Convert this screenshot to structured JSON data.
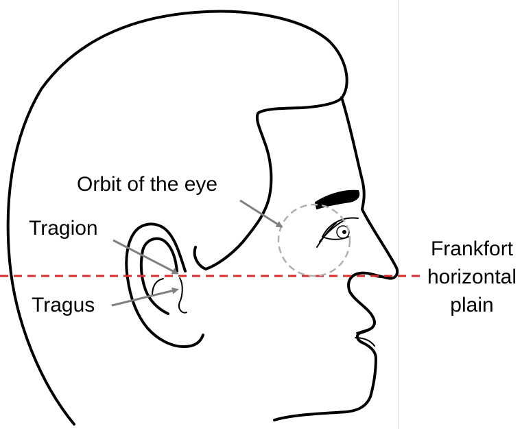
{
  "labels": {
    "orbit": "Orbit of the eye",
    "tragion": "Tragion",
    "tragus": "Tragus",
    "frankfort_line1": "Frankfort",
    "frankfort_line2": "horizontal",
    "frankfort_line3": "plain"
  },
  "colors": {
    "frankfort_line": "#d32f2f",
    "pointer_arrow": "#808080",
    "orbit_circle": "#b0b0b0",
    "outline": "#000000"
  }
}
